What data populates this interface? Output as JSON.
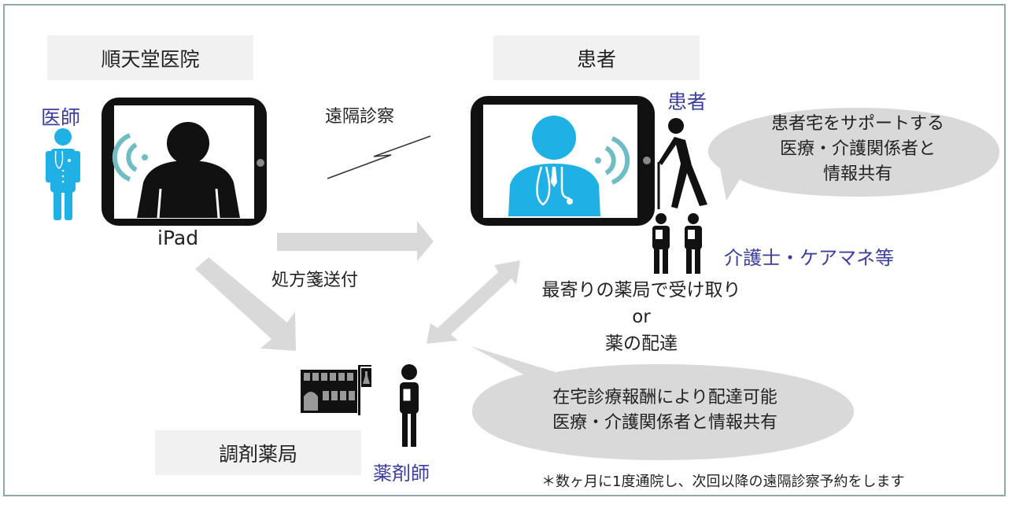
{
  "diagram": {
    "hospital_label": "順天堂医院",
    "patient_section_label": "患者",
    "pharmacy_label": "調剤薬局",
    "doctor_label": "医師",
    "device_label": "iPad",
    "remote_consult_label": "遠隔診察",
    "prescription_label": "処方箋送付",
    "patient_label": "患者",
    "caregivers_label": "介護士・ケアマネ等",
    "pharmacist_label": "薬剤師",
    "pickup_options": {
      "line1": "最寄りの薬局で受け取り",
      "line2": "or",
      "line3": "薬の配達"
    },
    "bubble_top": {
      "line1": "患者宅をサポートする",
      "line2": "医療・介護関係者と",
      "line3": "情報共有"
    },
    "bubble_bottom": {
      "line1": "在宅診療報酬により配達可能",
      "line2": "医療・介護関係者と情報共有"
    },
    "footnote": "＊数ヶ月に1度通院し、次回以降の遠隔診察予約をします",
    "colors": {
      "accent_blue_text": "#3d3fa0",
      "doctor_icon": "#1fb0e6",
      "signal_teal": "#6fbcc4",
      "arrow_gray": "#d9d9d9",
      "bubble_gray": "#d9d9d9",
      "label_box_bg": "#f1f1f1",
      "frame_border": "#8fa9aa"
    }
  }
}
